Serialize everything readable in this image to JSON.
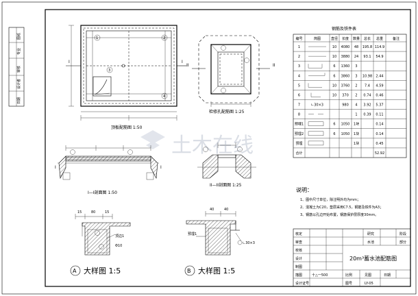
{
  "side_stamp": {
    "items": [
      "图纸",
      "专业",
      "审核",
      "设计者",
      "日期"
    ]
  },
  "views": {
    "top_slab": {
      "title": "顶板配筋图 1:50"
    },
    "manhole": {
      "title": "检修孔配筋图 1:25",
      "section_mark_left": "II",
      "section_mark_right": "II"
    },
    "section_1": {
      "title": "I—I剖面图 1:50",
      "mark_left": "I",
      "mark_right": "I"
    },
    "section_2": {
      "title": "II—II剖面图 1:25"
    },
    "detail_a": {
      "circle": "A",
      "title": "大样图 1:5",
      "dims": [
        "15",
        "80",
        "15"
      ],
      "label_rebar": "Φ10",
      "label_top": "顶边1"
    },
    "detail_b": {
      "circle": "B",
      "title": "大样图 1:5",
      "dims": [
        "40",
        "40"
      ],
      "label_steel": "∟30×3",
      "label_top": "预埋1"
    }
  },
  "rebar_table": {
    "title": "钢筋及铁件表",
    "headers": [
      "编号",
      "简图",
      "直径",
      "长度",
      "数量",
      "总长",
      "总重",
      "备注"
    ],
    "rows": [
      [
        "1",
        "",
        "10",
        "4080",
        "48",
        "195.8",
        "114.9",
        ""
      ],
      [
        "2",
        "",
        "10",
        "3880",
        "24",
        "93.1",
        "54.9",
        ""
      ],
      [
        "3",
        "",
        "6",
        "1360",
        "3",
        "",
        "",
        ""
      ],
      [
        "4",
        "",
        "6",
        "3860",
        "3",
        "10.98",
        "2.44",
        ""
      ],
      [
        "5",
        "",
        "10",
        "3760",
        "2",
        "7.4",
        "4.59",
        ""
      ],
      [
        "6",
        "",
        "10",
        "370",
        "2",
        "0.74",
        "0.46",
        ""
      ],
      [
        "7",
        "∟30×3",
        "",
        "980",
        "4",
        "3.92",
        "5.37",
        ""
      ],
      [
        "8",
        "",
        "",
        "",
        "1",
        "0.39",
        "0.11",
        ""
      ],
      [
        "预埋1",
        "",
        "6",
        "1050",
        "1块",
        "",
        "0.14",
        ""
      ],
      [
        "预埋2",
        "",
        "6",
        "1050",
        "1块",
        "",
        "0.14",
        ""
      ],
      [
        "预埋",
        "",
        "",
        "",
        "1块",
        "",
        "0.45",
        ""
      ],
      [
        "合计",
        "",
        "",
        "",
        "",
        "",
        "52.92",
        ""
      ]
    ]
  },
  "notes": {
    "title": "说明：",
    "items": [
      "1、图中尺寸单位，除注明外均为mm；",
      "2、混凝土为C20，垫层采用C7.5，钢筋及铁件为A3；",
      "3、钢筋以孔边开始布置，钢筋保护层厚度30mm。"
    ]
  },
  "title_block": {
    "rows": [
      "核定",
      "审查",
      "校核",
      "设计",
      "制图",
      "描图",
      "设计证号"
    ],
    "right_top": [
      "研究",
      "阶段",
      "水池",
      "部分"
    ],
    "drawing_title": "20m³蓄水池配筋图",
    "scale_label": "比例",
    "scale_value": "见图",
    "date_label": "日期",
    "drawing_no_label": "图号",
    "drawing_no": "LY-05",
    "draw_scale": "十△一500"
  },
  "watermark": "土木在线"
}
